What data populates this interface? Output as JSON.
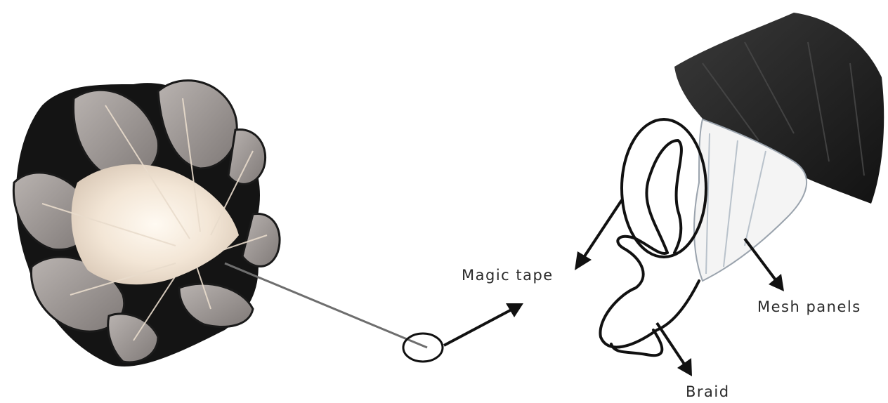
{
  "labels": {
    "magic_tape": "Magic tape",
    "mesh_panels": "Mesh panels",
    "braid": "Braid"
  },
  "colors": {
    "canopy_dark": "#1a1a1a",
    "canopy_grey": "#8f8a88",
    "canopy_light": "#f6ecdf",
    "annotation": "#111111"
  }
}
